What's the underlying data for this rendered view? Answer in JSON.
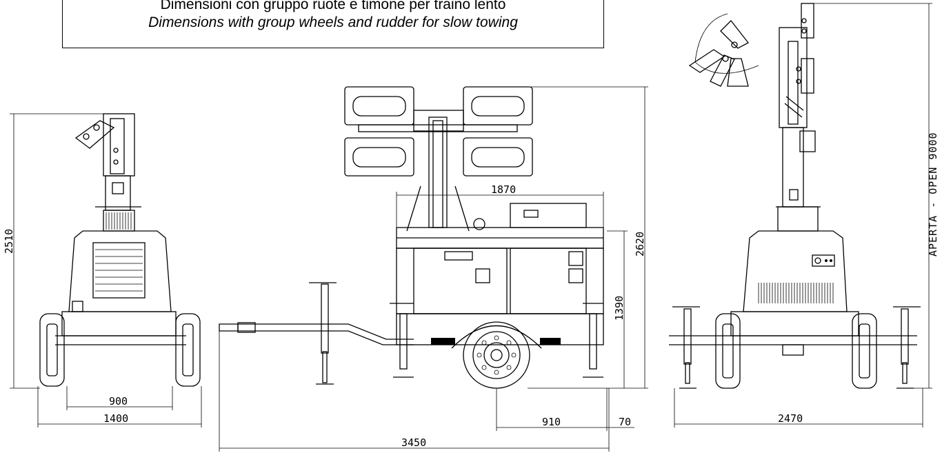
{
  "caption": {
    "italian": "Dimensioni con gruppo ruote e timone per traino lento",
    "english": "Dimensions with group wheels and rudder for slow towing"
  },
  "dimensions": {
    "front_height": "2510",
    "front_track": "900",
    "front_width": "1400",
    "side_width": "1870",
    "side_total_height": "2620",
    "side_body_height": "1390",
    "side_length": "3450",
    "side_axle_to_rear": "910",
    "side_rear_overhang": "70",
    "rear_open_label": "APERTA - OPEN 9000",
    "rear_outrigger_span": "2470"
  }
}
